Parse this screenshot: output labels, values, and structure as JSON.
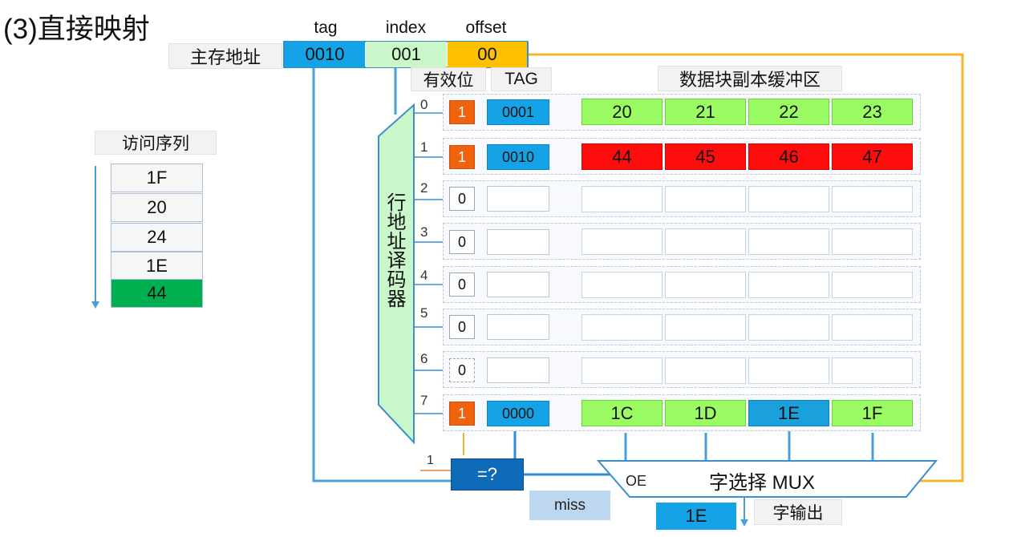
{
  "title": "(3)直接映射",
  "address": {
    "label": "主存地址",
    "fields": [
      {
        "name": "tag",
        "value": "0010"
      },
      {
        "name": "index",
        "value": "001"
      },
      {
        "name": "offset",
        "value": "00"
      }
    ]
  },
  "columns": {
    "valid": "有效位",
    "tag": "TAG",
    "data": "数据块副本缓冲区"
  },
  "decoder_label": "行地址译码器",
  "lines": [
    {
      "num": "0",
      "valid": "1",
      "tag": "0001",
      "data": [
        "20",
        "21",
        "22",
        "23"
      ],
      "style": "g"
    },
    {
      "num": "1",
      "valid": "1",
      "tag": "0010",
      "data": [
        "44",
        "45",
        "46",
        "47"
      ],
      "style": "r"
    },
    {
      "num": "2",
      "valid": "0",
      "tag": "",
      "data": [
        "",
        "",
        "",
        ""
      ],
      "style": ""
    },
    {
      "num": "3",
      "valid": "0",
      "tag": "",
      "data": [
        "",
        "",
        "",
        ""
      ],
      "style": ""
    },
    {
      "num": "4",
      "valid": "0",
      "tag": "",
      "data": [
        "",
        "",
        "",
        ""
      ],
      "style": ""
    },
    {
      "num": "5",
      "valid": "0",
      "tag": "",
      "data": [
        "",
        "",
        "",
        ""
      ],
      "style": ""
    },
    {
      "num": "6",
      "valid": "0",
      "tag": "",
      "data": [
        "",
        "",
        "",
        ""
      ],
      "style": ""
    },
    {
      "num": "7",
      "valid": "1",
      "tag": "0000",
      "data": [
        "1C",
        "1D",
        "1E",
        "1F"
      ],
      "style": "g",
      "selected_index": 2
    }
  ],
  "sequence": {
    "label": "访问序列",
    "items": [
      "1F",
      "20",
      "24",
      "1E",
      "44"
    ],
    "highlight_index": 4
  },
  "comparator": {
    "label": "=?",
    "input_label": "1"
  },
  "miss_label": "miss",
  "mux": {
    "label": "字选择 MUX",
    "oe": "OE"
  },
  "output": {
    "value": "1E",
    "label": "字输出"
  },
  "colors": {
    "tag_blue": "#14a3e6",
    "index_green": "#c9f7c9",
    "offset_orange": "#ffc000",
    "valid_orange": "#f0620e",
    "data_green": "#9bfb62",
    "data_red": "#ff0d0d",
    "selected_blue": "#1aa0db",
    "hit_green": "#00b050",
    "wire_blue": "#4a9fd8",
    "wire_orange": "#f5b52a"
  }
}
